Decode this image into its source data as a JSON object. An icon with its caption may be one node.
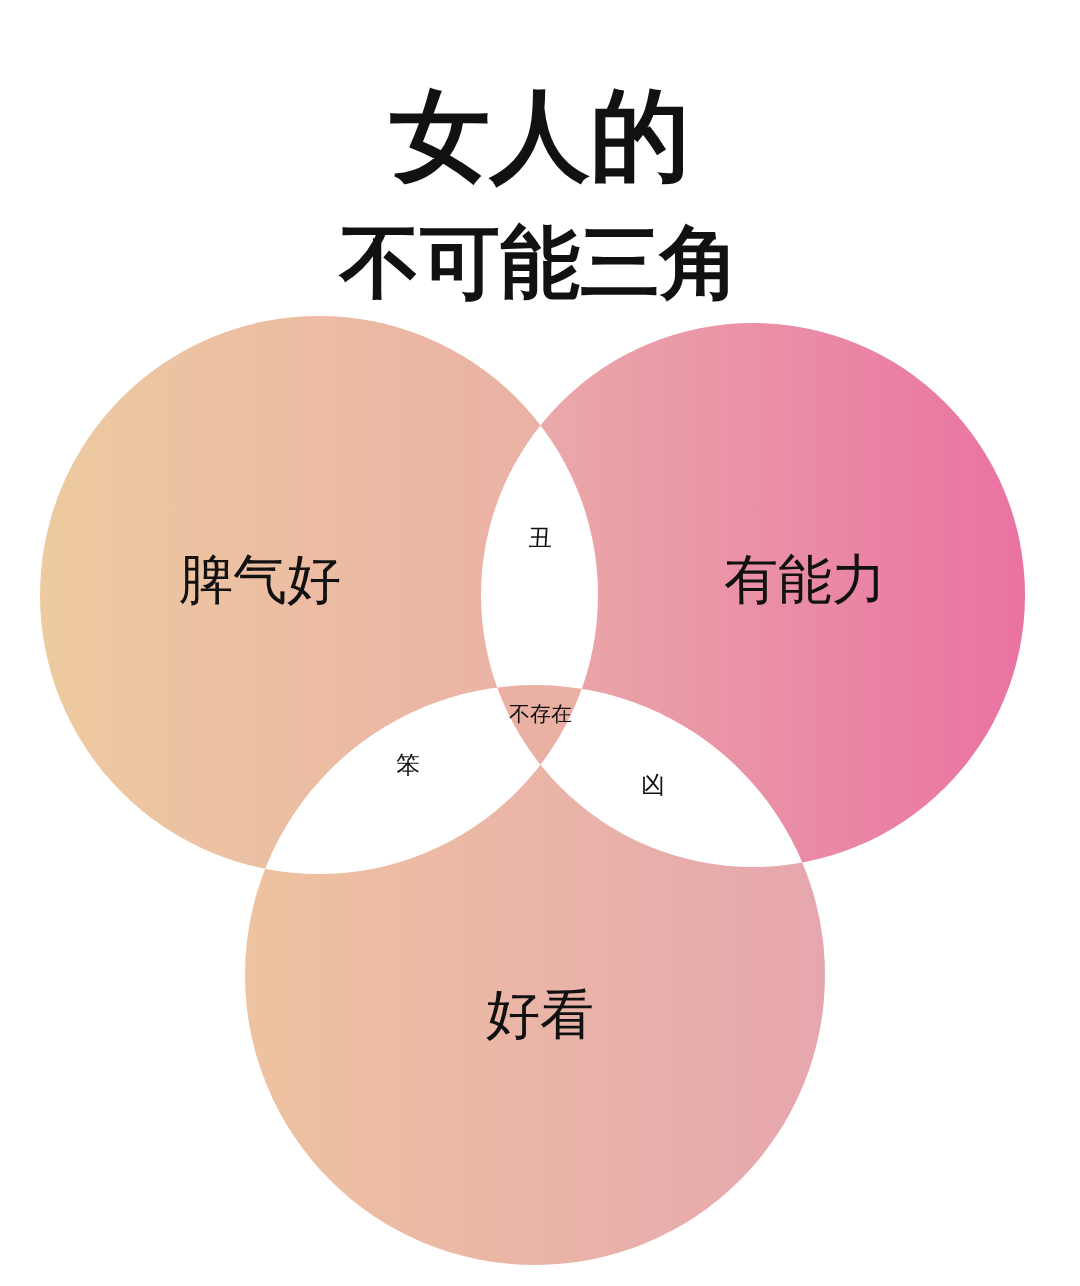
{
  "diagram": {
    "title": "女人的",
    "nodes": [
      {
        "text": [
          "脾气好"
        ]
      },
      {
        "text": [
          "丑"
        ]
      },
      {
        "text": [
          "有能力"
        ]
      },
      {
        "text": [
          "不存在"
        ]
      },
      {
        "text": [
          "笨"
        ]
      },
      {
        "text": [
          "凶"
        ]
      },
      {
        "text": [
          "好看"
        ]
      }
    ],
    "labels": [
      "不可能三角"
    ]
  }
}
